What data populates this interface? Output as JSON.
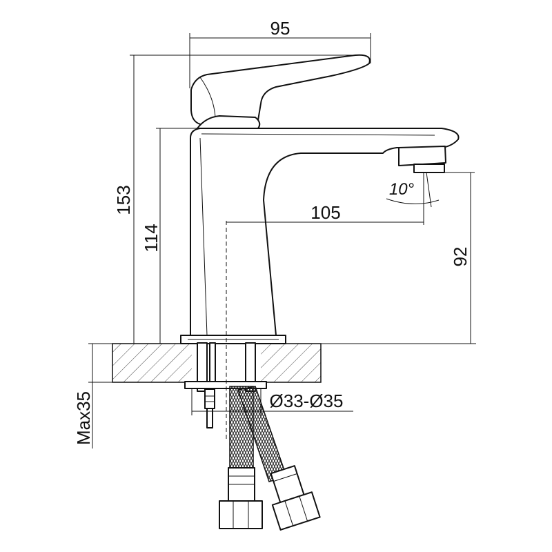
{
  "dimensions": {
    "handle_reach": "95",
    "total_height": "153",
    "body_height": "114",
    "spout_reach": "105",
    "spout_height": "92",
    "spout_angle": "10°",
    "mount_hole": "Ø33-Ø35",
    "counter_thickness": "Max35"
  },
  "colors": {
    "line": "#111111",
    "background": "#ffffff",
    "hatch": "#444444"
  }
}
